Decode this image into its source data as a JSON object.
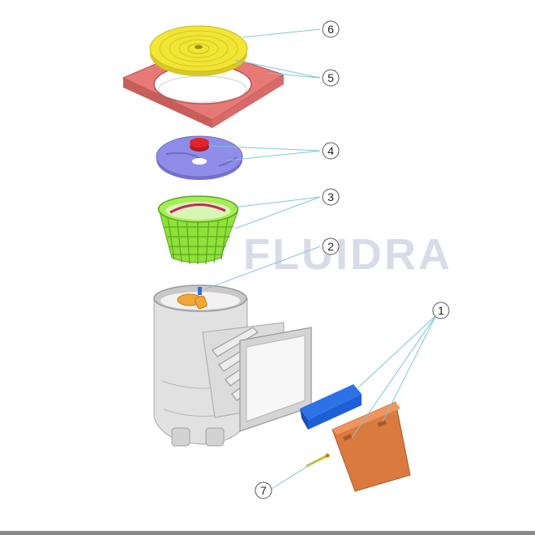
{
  "diagram": {
    "type": "exploded-parts-view",
    "watermark": "FLUIDRA",
    "colors": {
      "callout_line": "#7fc4d8",
      "lid": "#f2e533",
      "frame": "#e77a76",
      "plate": "#8f8de8",
      "plate_knob": "#e0242a",
      "basket": "#8ee23a",
      "basket_handle": "#d0206a",
      "flap": "#f1a638",
      "body": "#e1e1e1",
      "blue_float": "#1e5fd6",
      "orange_cover": "#db7a3e",
      "watermark": "#d9dbe8"
    },
    "callouts": [
      {
        "label": "1"
      },
      {
        "label": "2"
      },
      {
        "label": "3"
      },
      {
        "label": "4"
      },
      {
        "label": "5"
      },
      {
        "label": "6"
      },
      {
        "label": "7"
      }
    ]
  }
}
